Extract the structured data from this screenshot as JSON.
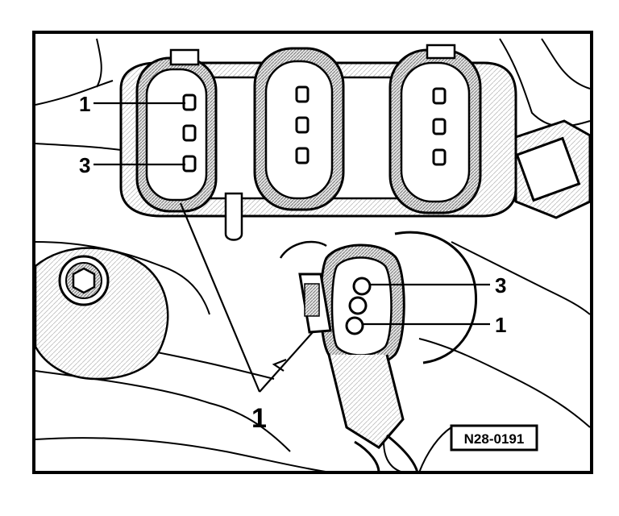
{
  "figure": {
    "reference_code": "N28-0191",
    "callouts": [
      {
        "id": "coil-pin-1",
        "text": "1"
      },
      {
        "id": "coil-pin-3",
        "text": "3"
      },
      {
        "id": "plug-pin-3",
        "text": "3"
      },
      {
        "id": "plug-pin-1",
        "text": "1"
      },
      {
        "id": "connector-1",
        "text": "1"
      }
    ]
  }
}
